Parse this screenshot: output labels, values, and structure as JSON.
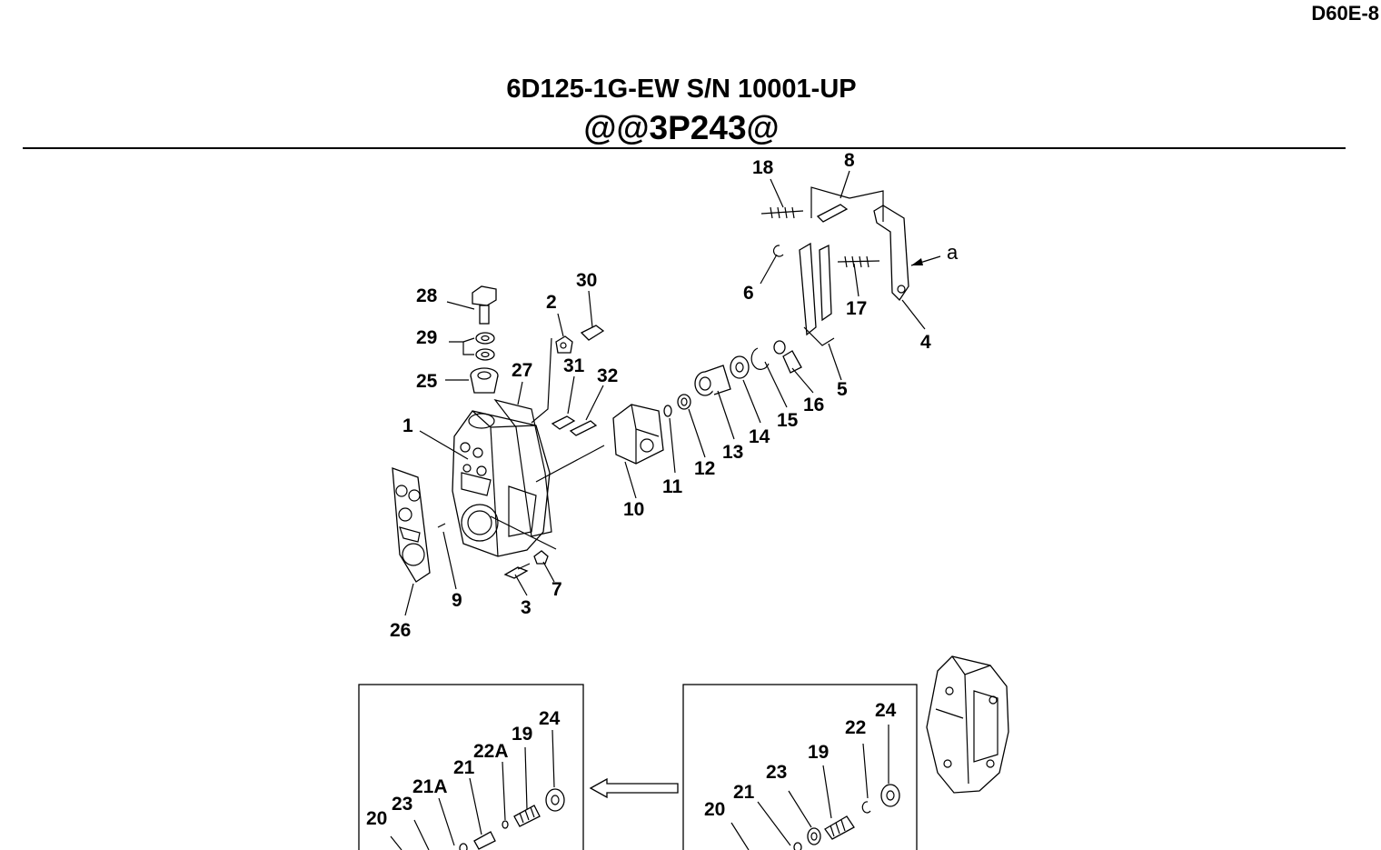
{
  "header": {
    "page_code": "D60E-8",
    "title": "6D125-1G-EW S/N 10001-UP",
    "subtitle": "@@3P243@"
  },
  "diagram": {
    "main_labels": {
      "p1": "1",
      "p2": "2",
      "p3": "3",
      "p4": "4",
      "p5": "5",
      "p6": "6",
      "p7": "7",
      "p8": "8",
      "p9": "9",
      "p10": "10",
      "p11": "11",
      "p12": "12",
      "p13": "13",
      "p14": "14",
      "p15": "15",
      "p16": "16",
      "p17": "17",
      "p18": "18",
      "p25": "25",
      "p26": "26",
      "p27": "27",
      "p28": "28",
      "p29": "29",
      "p30": "30",
      "p31": "31",
      "p32": "32",
      "a": "a"
    },
    "left_box_labels": {
      "p20": "20",
      "p23": "23",
      "p21A": "21A",
      "p21": "21",
      "p22A": "22A",
      "p19": "19",
      "p24": "24"
    },
    "right_box_labels": {
      "p20": "20",
      "p21": "21",
      "p23": "23",
      "p19": "19",
      "p22": "22",
      "p24": "24"
    }
  }
}
